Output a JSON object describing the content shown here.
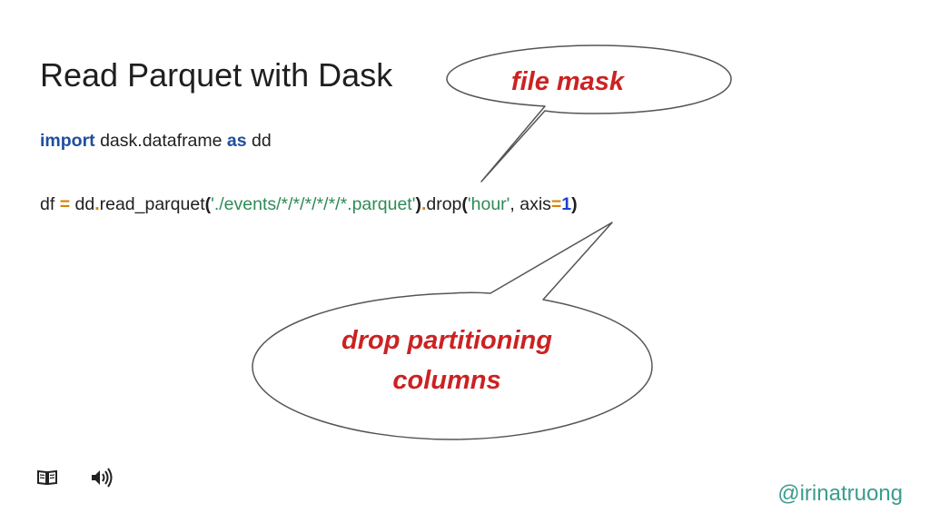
{
  "slide": {
    "title": "Read Parquet with Dask",
    "handle": "@irinatruong",
    "colors": {
      "keyword": "#1f4e9c",
      "operator": "#d4820a",
      "string": "#2e8b57",
      "number": "#1f3fd0",
      "callout_text": "#cc2222",
      "handle": "#3a9c8e"
    }
  },
  "code": {
    "line1": {
      "kw_import": "import",
      "module": " dask.dataframe ",
      "kw_as": "as",
      "alias": " dd"
    },
    "line2": {
      "var": "df ",
      "assign": "=",
      "obj": " dd",
      "dot1": ".",
      "method1": "read_parquet",
      "lparen1": "(",
      "path": "'./events/*/*/*/*/*/*.parquet'",
      "rparen1": ")",
      "dot2": ".",
      "method2": "drop",
      "lparen2": "(",
      "col": "'hour'",
      "sep": ", axis",
      "eq": "=",
      "num": "1",
      "rparen2": ")"
    }
  },
  "callouts": {
    "file_mask": "file mask",
    "drop_line1": "drop partitioning",
    "drop_line2": "columns"
  },
  "icons": {
    "book": "book-icon",
    "audio": "audio-icon"
  }
}
